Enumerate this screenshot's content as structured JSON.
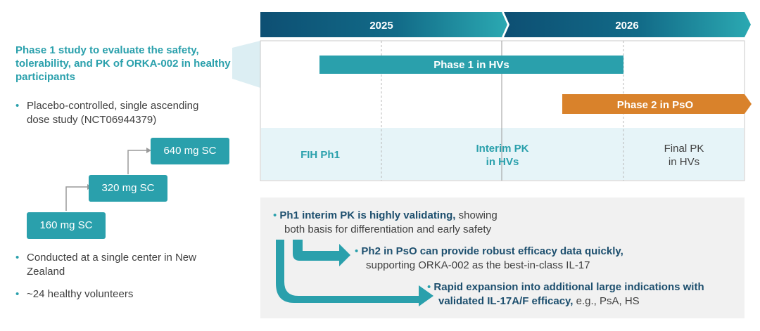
{
  "left": {
    "title": "Phase 1 study to evaluate the safety, tolerability, and PK of ORKA-002 in healthy participants",
    "bullets": [
      "Placebo-controlled, single ascending dose study (NCT06944379)",
      "Conducted at a single center in New Zealand",
      "~24 healthy volunteers"
    ],
    "doses": [
      "160 mg SC",
      "320 mg SC",
      "640 mg SC"
    ]
  },
  "timeline": {
    "years": [
      "2025",
      "2026"
    ],
    "bars": [
      {
        "label": "Phase 1 in HVs",
        "color": "#2aa0ac"
      },
      {
        "label": "Phase 2 in PsO",
        "color": "#d9822b"
      }
    ],
    "milestones": [
      "FIH Ph1",
      "Interim PK",
      "in HVs",
      "Final PK",
      "in HVs"
    ],
    "colors": {
      "header_dark": "#0d4f73",
      "header_light": "#2ba9b2",
      "teal": "#2aa0ac",
      "orange": "#d9822b",
      "milestone_bg": "#e6f4f8"
    }
  },
  "summary": {
    "items": [
      {
        "bold": "Ph1 interim PK is highly validating,",
        "rest1": " showing",
        "rest2": "both basis for differentiation and early safety"
      },
      {
        "bold": "Ph2 in PsO can provide robust efficacy data quickly,",
        "rest2": "supporting ORKA-002 as the best-in-class IL-17"
      },
      {
        "bold1": "Rapid expansion into additional large indications with",
        "bold2": "validated IL-17A/F efficacy,",
        "rest": " e.g., PsA, HS"
      }
    ]
  }
}
